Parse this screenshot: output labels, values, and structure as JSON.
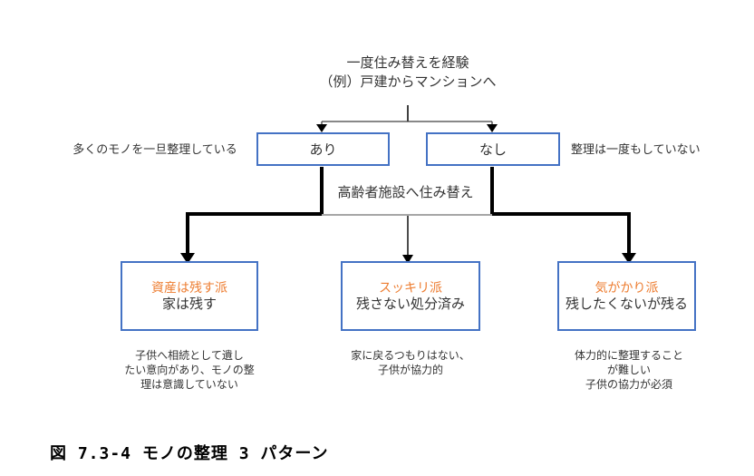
{
  "colors": {
    "box_border_blue": "#4472C4",
    "pattern_title_orange": "#ED7D31",
    "connector_gray": "#A6A6A6",
    "line_black": "#000000"
  },
  "top": {
    "line1": "一度住み替えを経験",
    "line2": "（例）戸建からマンションへ"
  },
  "branch": {
    "left_label": "多くのモノを一旦整理している",
    "left_box": "あり",
    "right_box": "なし",
    "right_label": "整理は一度もしていない",
    "middle_label": "高齢者施設へ住み替え"
  },
  "patterns": [
    {
      "title": "資産は残す派",
      "subtitle": "家は残す",
      "description": "子供へ相続として遺し\nたい意向があり、モノの整\n理は意識していない"
    },
    {
      "title": "スッキリ派",
      "subtitle": "残さない処分済み",
      "description": "家に戻るつもりはない、\n子供が協力的"
    },
    {
      "title": "気がかり派",
      "subtitle": "残したくないが残る",
      "description": "体力的に整理すること\nが難しい\n子供の協力が必須"
    }
  ],
  "caption": "図 7.3-4 モノの整理 3 パターン"
}
